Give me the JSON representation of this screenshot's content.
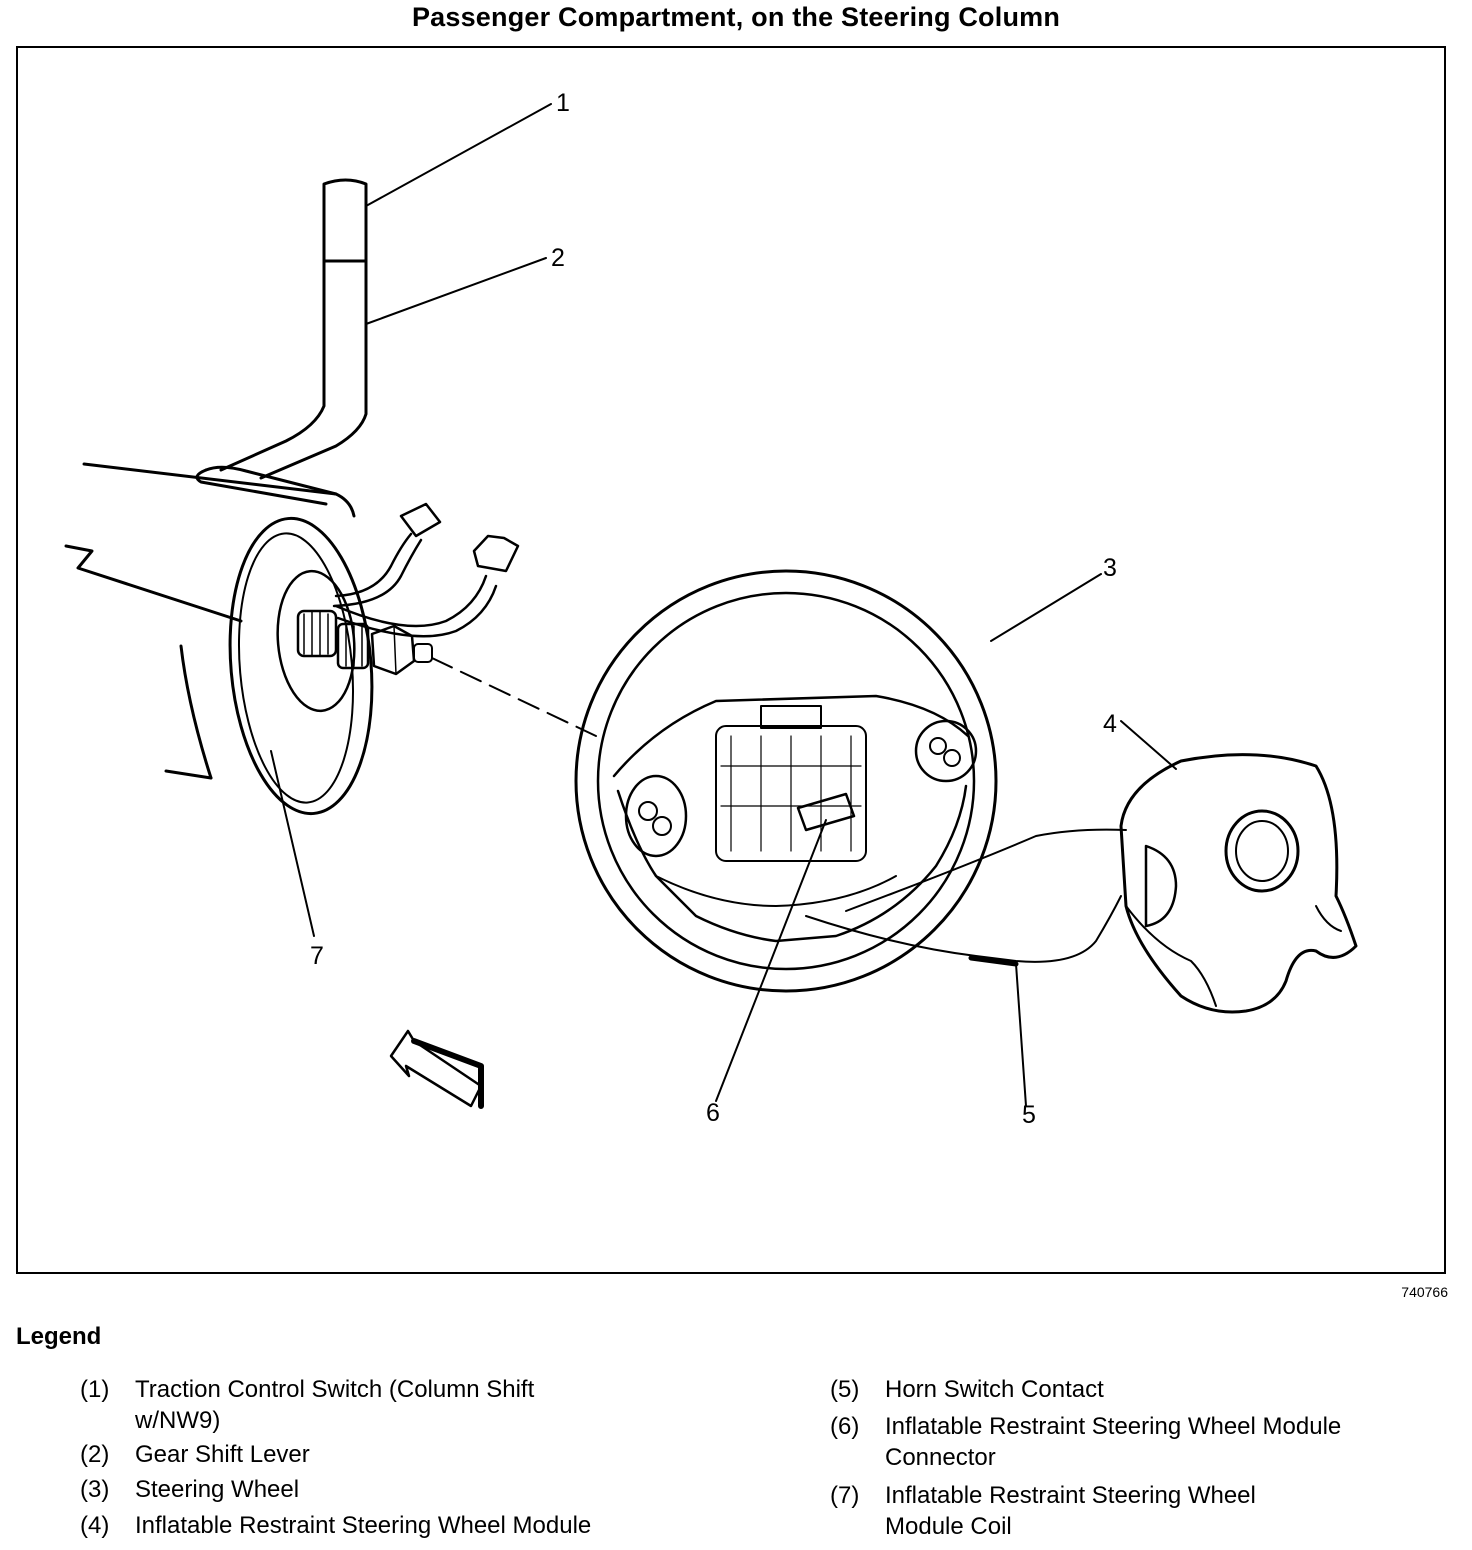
{
  "title": "Passenger Compartment, on the Steering Column",
  "figure_id": "740766",
  "legend_title": "Legend",
  "callouts": [
    "1",
    "2",
    "3",
    "4",
    "5",
    "6",
    "7"
  ],
  "legend": [
    {
      "num": "(1)",
      "lines": [
        "Traction Control Switch (Column Shift",
        "w/NW9)"
      ]
    },
    {
      "num": "(2)",
      "lines": [
        "Gear Shift Lever"
      ]
    },
    {
      "num": "(3)",
      "lines": [
        "Steering Wheel"
      ]
    },
    {
      "num": "(4)",
      "lines": [
        "Inflatable Restraint Steering Wheel Module"
      ]
    },
    {
      "num": "(5)",
      "lines": [
        "Horn Switch Contact"
      ]
    },
    {
      "num": "(6)",
      "lines": [
        "Inflatable Restraint Steering Wheel Module",
        "Connector"
      ]
    },
    {
      "num": "(7)",
      "lines": [
        "Inflatable Restraint Steering Wheel",
        "Module Coil"
      ]
    }
  ]
}
